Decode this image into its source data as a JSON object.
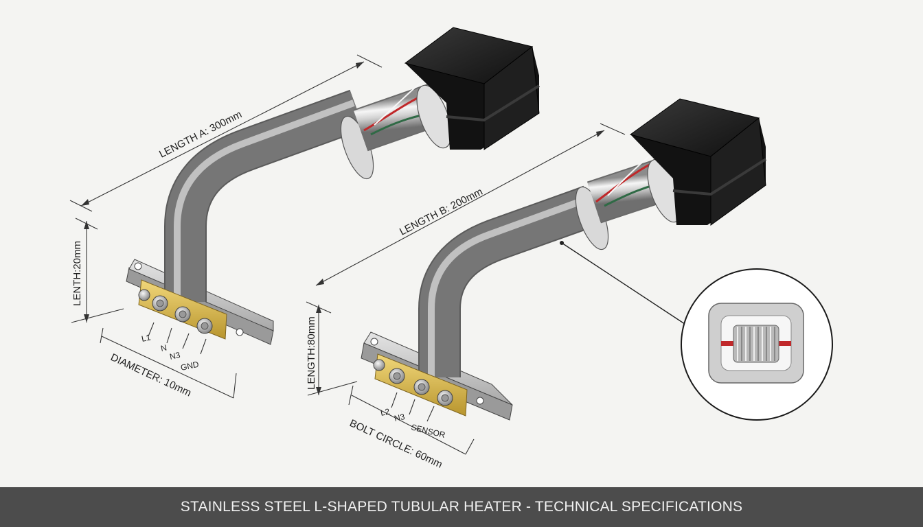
{
  "caption": "STAINLESS STEEL L-SHAPED TUBULAR HEATER - TECHNICAL SPECIFICATIONS",
  "heater_a": {
    "length_label": "LENGTH A: 300mm",
    "height_label": "LENTH:20mm",
    "diameter_label": "DIAMETER: 10mm",
    "terminals": [
      "L1",
      "N",
      "N3",
      "GND"
    ]
  },
  "heater_b": {
    "length_label": "LENGTH B: 200mm",
    "height_label": "LENGTH:80mm",
    "bolt_label": "BOLT CIRCLE: 60mm",
    "terminals": [
      "L2",
      "N3",
      "SENSOR"
    ]
  },
  "colors": {
    "steel_light": "#f4f4f4",
    "steel_dark": "#8a8a8a",
    "box": "#1c1c1c",
    "brass": "#e2c35a",
    "wire_red": "#c0282a",
    "wire_green": "#2f6a45",
    "caption_bg": "#4c4c4c"
  }
}
